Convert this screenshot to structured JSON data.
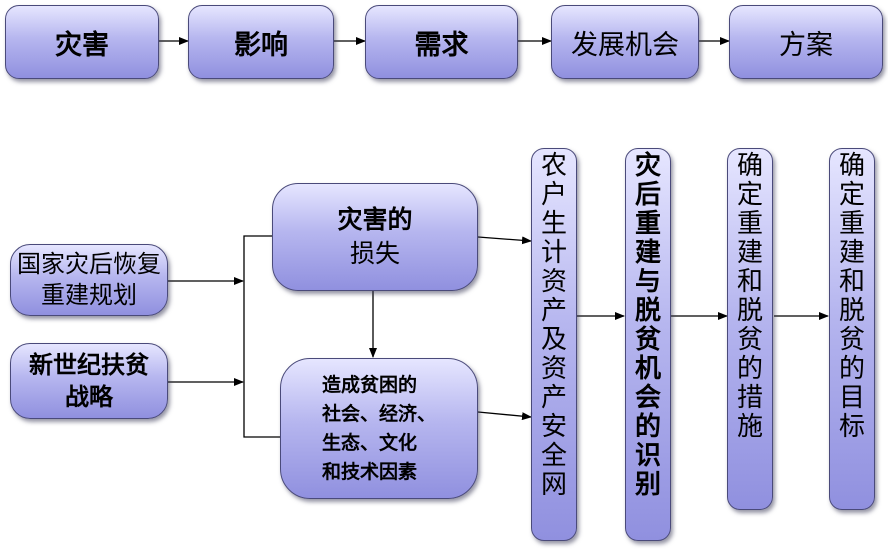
{
  "top_flow": [
    {
      "id": "disaster",
      "label": "灾害"
    },
    {
      "id": "impact",
      "label": "影响"
    },
    {
      "id": "demand",
      "label": "需求"
    },
    {
      "id": "opportunity",
      "label": "发展机会"
    },
    {
      "id": "plan",
      "label": "方案"
    }
  ],
  "inputs": {
    "national_plan": "国家灾后恢复重建规划",
    "poverty_strategy": "新世纪扶贫战略"
  },
  "middle": {
    "disaster_loss_line1": "灾害的",
    "disaster_loss_line2": "损失",
    "poverty_factors_line1": "造成贫困的",
    "poverty_factors_line2": "社会、经济、",
    "poverty_factors_line3": "生态、文化",
    "poverty_factors_line4": "和技术因素"
  },
  "columns": {
    "livelihood": "农户生计资产及资产安全网",
    "identify": "灾后重建与脱贫机会的识别",
    "measures": "确定重建和脱贫的措施",
    "goals": "确定重建和脱贫的目标"
  },
  "colors": {
    "box_light": "#e6e6ff",
    "box_dark": "#9090df",
    "border": "#4a4a7a",
    "line": "#000000"
  }
}
